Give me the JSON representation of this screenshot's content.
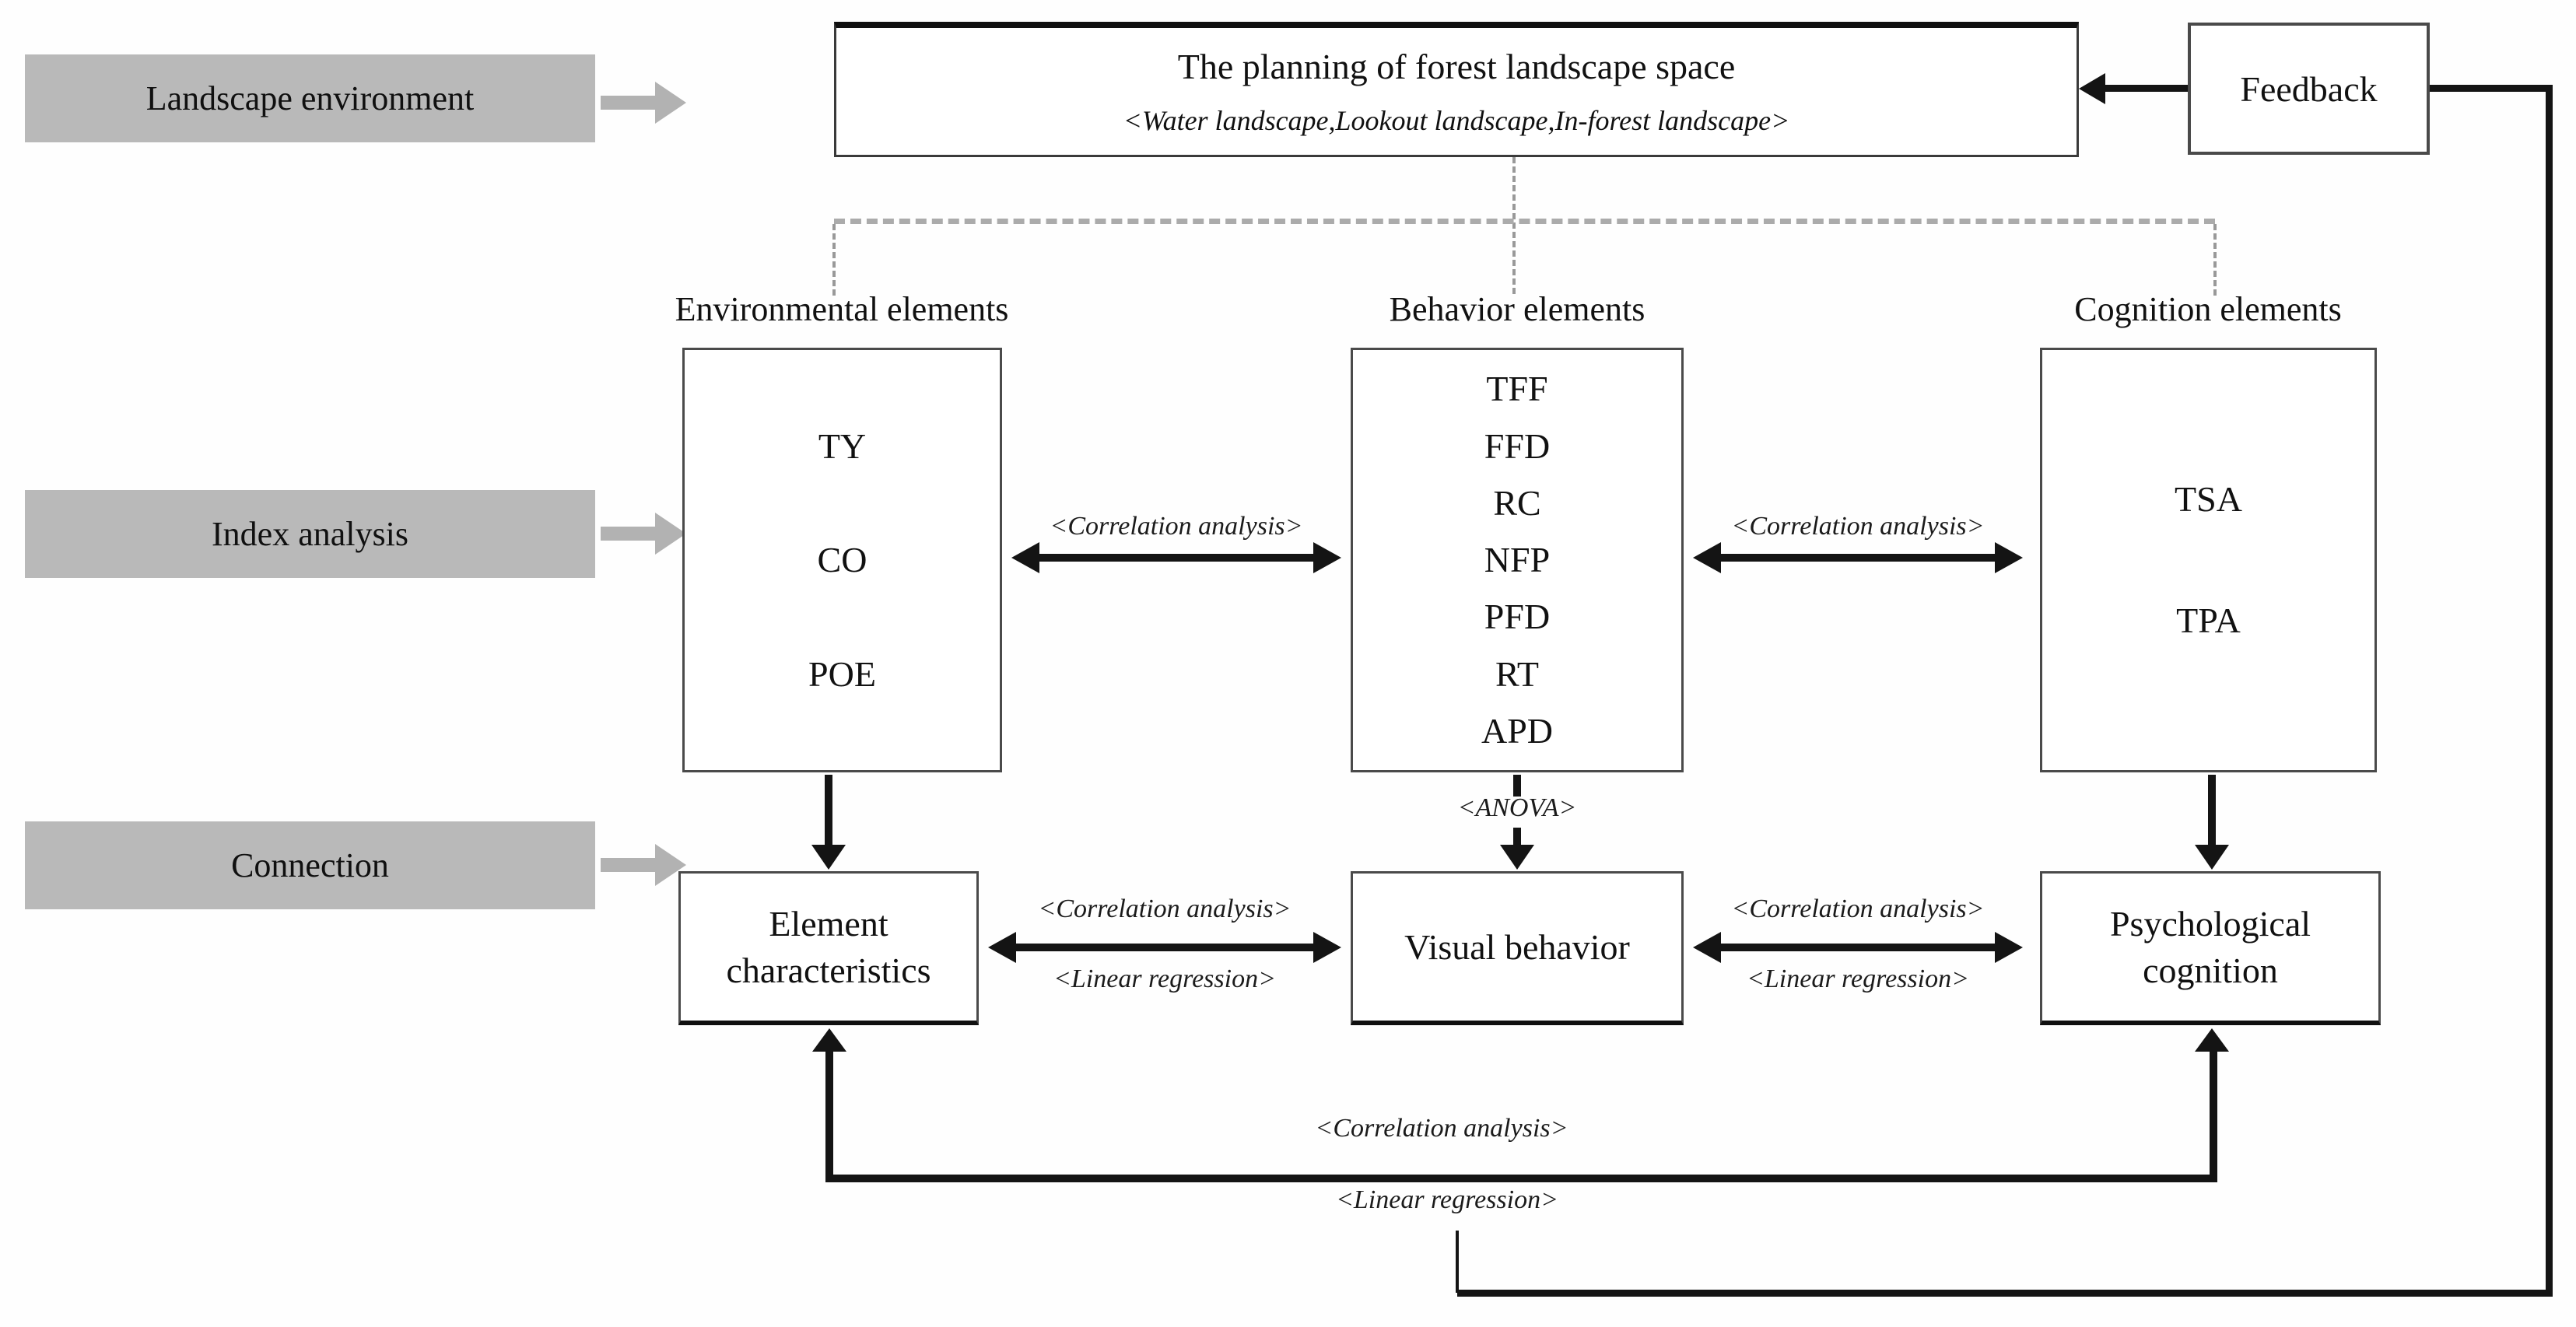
{
  "header": {
    "title": "The planning of forest landscape space",
    "subtitle": "<Water landscape,Lookout landscape,In-forest landscape>",
    "feedback_label": "Feedback"
  },
  "stage_labels": {
    "landscape_environment": "Landscape environment",
    "index_analysis": "Index analysis",
    "connection": "Connection"
  },
  "columns": [
    {
      "title": "Environmental elements",
      "items": [
        "TY",
        "CO",
        "POE"
      ],
      "result": "Element characteristics"
    },
    {
      "title": "Behavior elements",
      "items": [
        "TFF",
        "FFD",
        "RC",
        "NFP",
        "PFD",
        "RT",
        "APD"
      ],
      "result": "Visual behavior"
    },
    {
      "title": "Cognition elements",
      "items": [
        "TSA",
        "TPA"
      ],
      "result": "Psychological cognition"
    }
  ],
  "connector_labels": {
    "correlation_analysis": "<Correlation analysis>",
    "linear_regression": "<Linear regression>",
    "anova": "<ANOVA>"
  },
  "colors": {
    "line": "#141414",
    "stage_fill": "#b9b9b9",
    "gray_arrow": "#b2b2b2",
    "dashed": "#9a9a9a"
  }
}
